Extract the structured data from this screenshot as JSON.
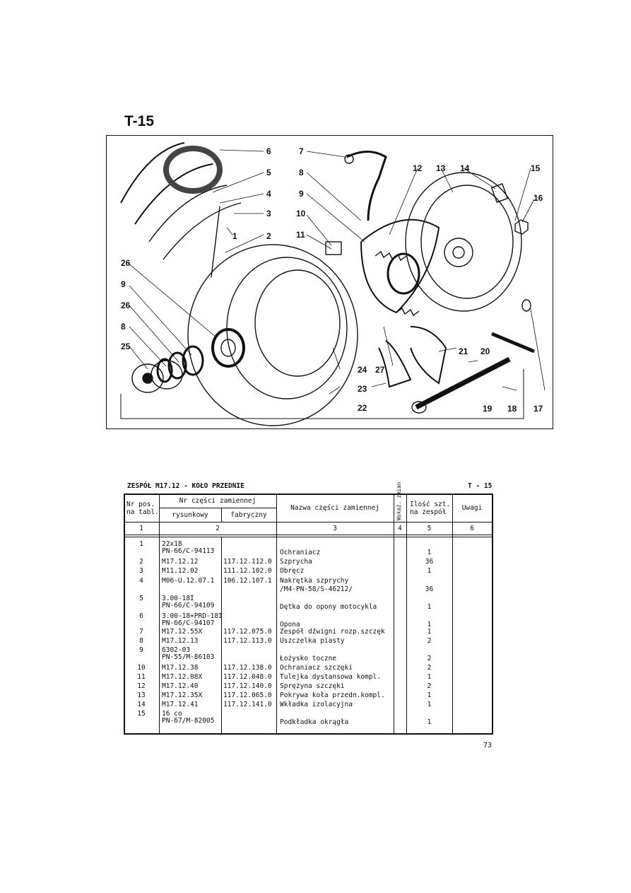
{
  "figure": {
    "title": "T-15",
    "callouts": [
      "1",
      "2",
      "3",
      "4",
      "5",
      "6",
      "7",
      "8",
      "9",
      "10",
      "11",
      "12",
      "13",
      "14",
      "15",
      "16",
      "17",
      "18",
      "19",
      "20",
      "21",
      "22",
      "23",
      "24",
      "25",
      "26",
      "27"
    ]
  },
  "table": {
    "assembly_title": "ZESPÓŁ M17.12 - KOŁO PRZEDNIE",
    "sheet_code": "T - 15",
    "headers": {
      "pos": "Nr pos.",
      "pos2": "na tabl.",
      "part_no": "Nr części zamiennej",
      "drawing": "rysunkowy",
      "factory": "fabryczny",
      "name": "Nazwa części zamiennej",
      "change": "Wskaź. zmian",
      "qty": "Ilość szt.",
      "qty2": "na zespół",
      "remarks": "Uwagi"
    },
    "column_numbers": [
      "1",
      "2",
      "3",
      "4",
      "5",
      "6"
    ],
    "rows": [
      {
        "pos": "1",
        "drawing": "22x18",
        "drawing2": "PN-66/C-94113",
        "factory": "",
        "name": "",
        "name2": "Ochraniacz",
        "qty": "1"
      },
      {
        "pos": "2",
        "drawing": "M17.12.12",
        "drawing2": "",
        "factory": "117.12.112.0",
        "name": "Szprycha",
        "name2": "",
        "qty": "36"
      },
      {
        "pos": "3",
        "drawing": "M11.12.02",
        "drawing2": "",
        "factory": "111.12.102.0",
        "name": "Obręcz",
        "name2": "",
        "qty": "1"
      },
      {
        "pos": "4",
        "drawing": "M06-U.12.07.1",
        "drawing2": "",
        "factory": "106.12.107.1",
        "name": "Nakrętka szprychy",
        "name2": "/M4-PN-58/S-46212/",
        "qty": "36"
      },
      {
        "pos": "5",
        "drawing": "3.00-18I",
        "drawing2": "PN-66/C-94109",
        "factory": "",
        "name": "",
        "name2": "Dętka do opony motocykla",
        "qty": "1"
      },
      {
        "pos": "6",
        "drawing": "3.00-18+PRD-18I",
        "drawing2": "PN-66/C-94107",
        "factory": "",
        "name": "",
        "name2": "Opona",
        "qty": "1"
      },
      {
        "pos": "7",
        "drawing": "M17.12.55X",
        "drawing2": "",
        "factory": "117.12.075.0",
        "name": "Zespół dźwigni rozp.szczęk",
        "name2": "",
        "qty": "1"
      },
      {
        "pos": "8",
        "drawing": "M17.12.13",
        "drawing2": "",
        "factory": "117.12.113.0",
        "name": "Uszczelka piasty",
        "name2": "",
        "qty": "2"
      },
      {
        "pos": "9",
        "drawing": "6302-03",
        "drawing2": "PN-55/M-86103",
        "factory": "",
        "name": "",
        "name2": "Łożysko toczne",
        "qty": "2"
      },
      {
        "pos": "10",
        "drawing": "M17.12.38",
        "drawing2": "",
        "factory": "117.12.138.0",
        "name": "Ochraniacz szczęki",
        "name2": "",
        "qty": "2"
      },
      {
        "pos": "11",
        "drawing": "M17.12.08X",
        "drawing2": "",
        "factory": "117.12.048.0",
        "name": "Tulejka dystansowa kompl.",
        "name2": "",
        "qty": "1"
      },
      {
        "pos": "12",
        "drawing": "M17.12.40",
        "drawing2": "",
        "factory": "117.12.140.0",
        "name": "Sprężyna szczęki",
        "name2": "",
        "qty": "2"
      },
      {
        "pos": "13",
        "drawing": "M17.12.35X",
        "drawing2": "",
        "factory": "117.12.065.0",
        "name": "Pokrywa koła przedn.kompl.",
        "name2": "",
        "qty": "1"
      },
      {
        "pos": "14",
        "drawing": "M17.12.41",
        "drawing2": "",
        "factory": "117.12.141.0",
        "name": "Wkładka izolacyjna",
        "name2": "",
        "qty": "1"
      },
      {
        "pos": "15",
        "drawing": "16 co",
        "drawing2": "PN-67/M-82005",
        "factory": "",
        "name": "",
        "name2": "Podkładka okrągła",
        "qty": "1"
      }
    ]
  },
  "page_number": "73"
}
